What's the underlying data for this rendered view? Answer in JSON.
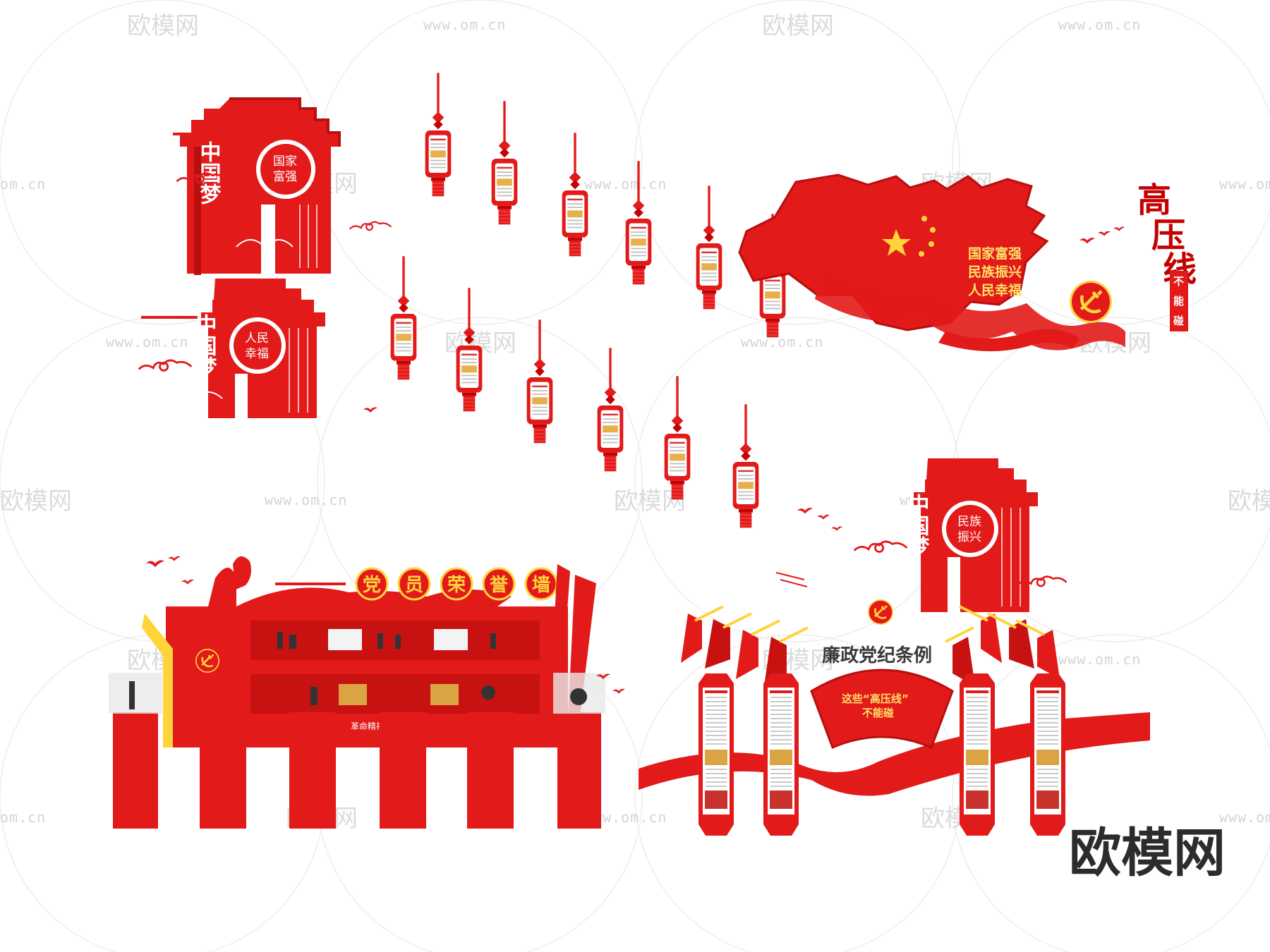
{
  "watermarks": {
    "brand": "欧模网",
    "url": "www.om.cn",
    "url_short": "om.cn"
  },
  "dream_walls": [
    {
      "title": "中国梦",
      "lines": [
        "国家",
        "富强"
      ]
    },
    {
      "title": "中国梦",
      "lines": [
        "人民",
        "幸福"
      ]
    },
    {
      "title": "中国梦",
      "lines": [
        "民族",
        "振兴"
      ]
    }
  ],
  "map_wall": {
    "lines": [
      "国家富强",
      "民族振兴",
      "人民幸福"
    ],
    "calligraphy": [
      "高",
      "压",
      "线"
    ],
    "side": [
      "不",
      "能",
      "碰"
    ]
  },
  "honor_wall": {
    "title_chars": [
      "党",
      "员",
      "荣",
      "誉",
      "墙"
    ],
    "base_text": "革命精神"
  },
  "discipline_wall": {
    "title": "廉政党纪条例",
    "fan_line1": "这些“高压线”",
    "fan_line2": "不能碰"
  },
  "brand_logo": "欧模网",
  "colors": {
    "primary_red": "#e21a1a",
    "dark_red": "#b80f0f",
    "gold": "#ffd43b",
    "brand_gray": "#2c2c2c"
  },
  "icons": [
    "hammer-sickle-icon",
    "star-icon",
    "bird-icon",
    "cloud-scroll-icon",
    "chinese-knot-icon"
  ]
}
